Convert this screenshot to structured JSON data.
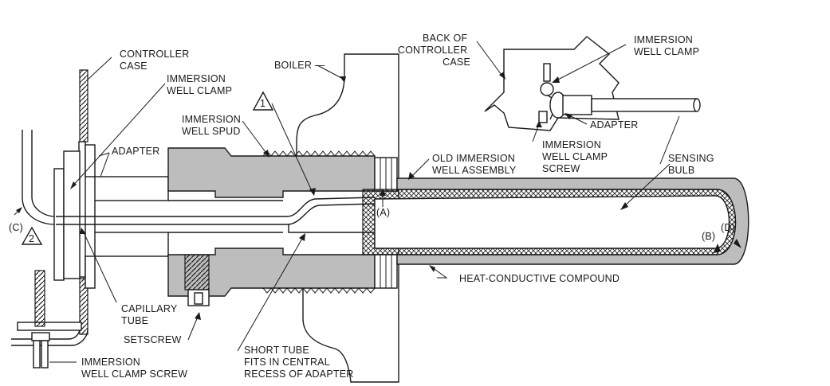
{
  "labels": {
    "controller_case": [
      "CONTROLLER",
      "CASE"
    ],
    "immersion_well_clamp_left": [
      "IMMERSION",
      "WELL CLAMP"
    ],
    "boiler": "BOILER —",
    "marker_1": "1",
    "marker_2": "2",
    "immersion_well_spud": [
      "IMMERSION",
      "WELL SPUD"
    ],
    "adapter_left": "ADAPTER",
    "old_immersion_well_assembly": [
      "OLD IMMERSION",
      "WELL ASSEMBLY"
    ],
    "point_a": "(A)",
    "point_b": "(B)",
    "point_c": "(C)",
    "point_d": "(D)",
    "back_of_controller_case": [
      "BACK OF",
      "CONTROLLER",
      "CASE"
    ],
    "immersion_well_clamp_right": [
      "IMMERSION",
      "WELL CLAMP"
    ],
    "adapter_right": "ADAPTER",
    "immersion_well_clamp_screw_right": [
      "IMMERSION",
      "WELL CLAMP",
      "SCREW"
    ],
    "sensing_bulb": [
      "SENSING",
      "BULB"
    ],
    "heat_conductive_compound": "HEAT-CONDUCTIVE COMPOUND",
    "capillary_tube": [
      "CAPILLARY",
      "TUBE"
    ],
    "setscrew": "SETSCREW",
    "short_tube": [
      "SHORT TUBE",
      "FITS IN CENTRAL",
      "RECESS OF ADAPTER"
    ],
    "immersion_well_clamp_screw_left": [
      "IMMERSION",
      "WELL CLAMP SCREW"
    ]
  }
}
